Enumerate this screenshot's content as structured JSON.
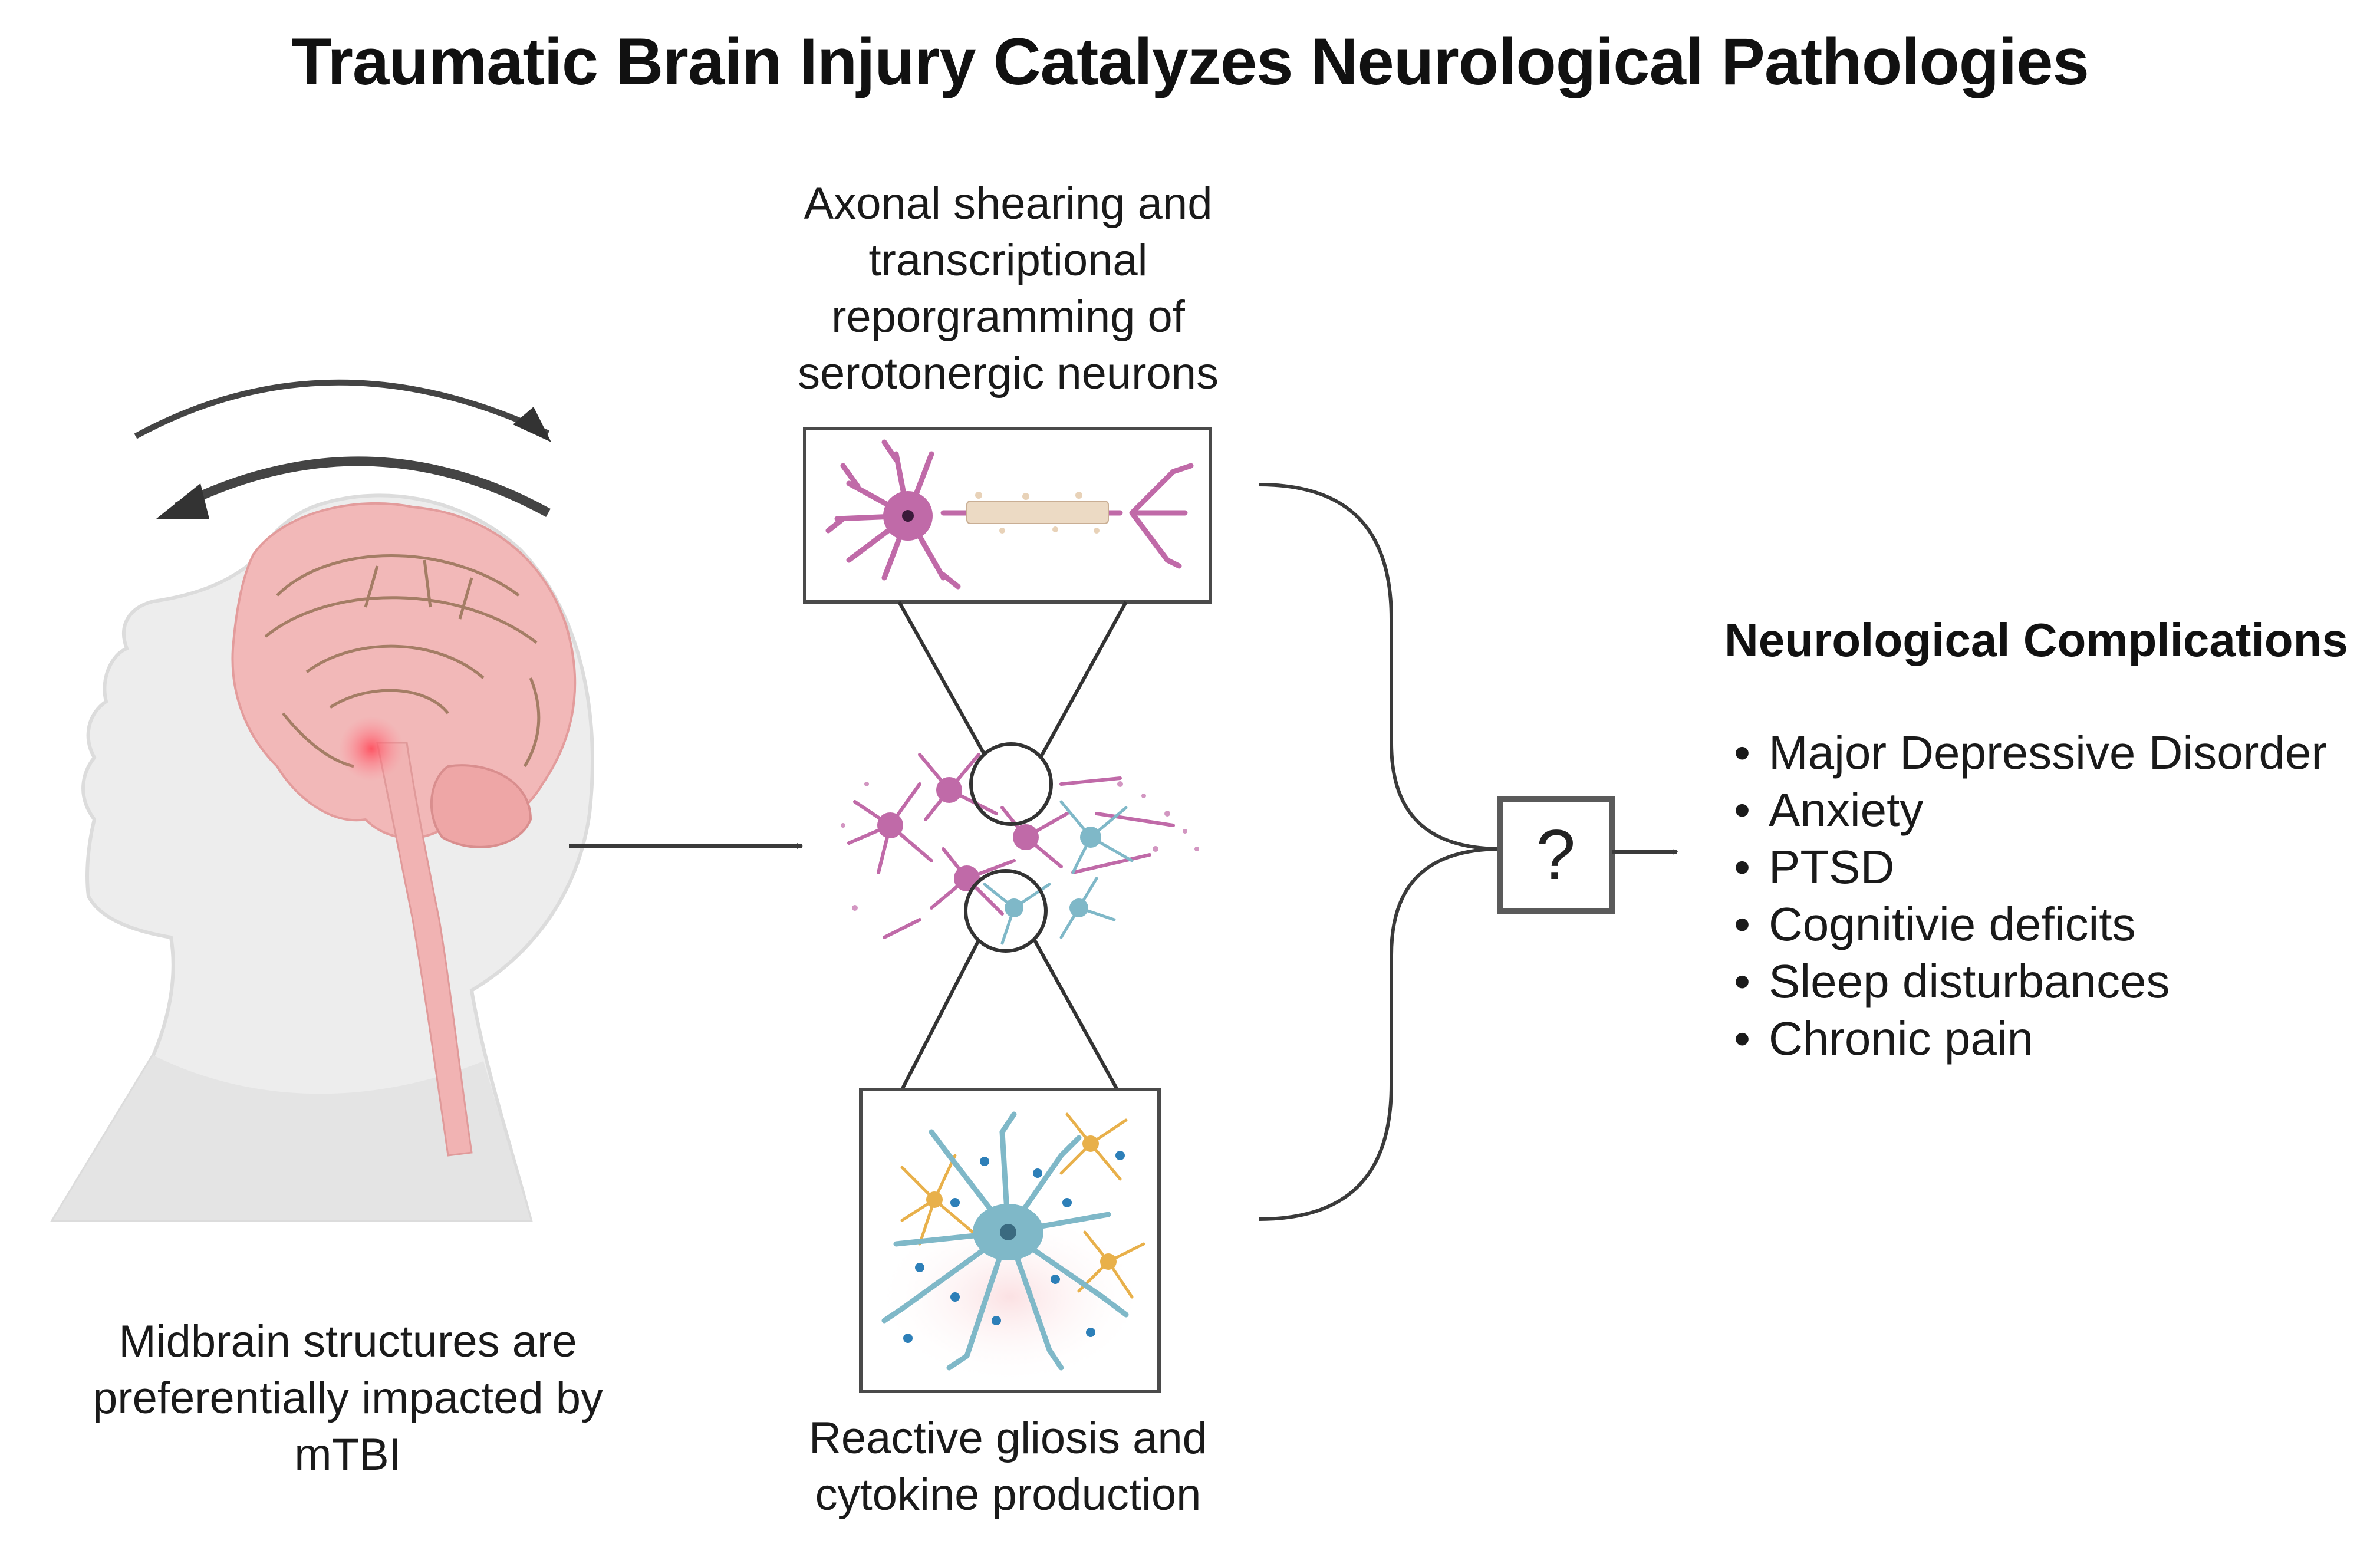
{
  "title": "Traumatic Brain Injury Catalyzes Neurological Pathologies",
  "captions": {
    "axonal": "Axonal shearing and\ntranscriptional\nreporgramming  of\nserotonergic neurons",
    "gliosis": "Reactive gliosis and\ncytokine production",
    "midbrain": "Midbrain structures are\npreferentially impacted by\nmTBI"
  },
  "unknown_link": "?",
  "complications": {
    "title": "Neurological Complications",
    "items": [
      "Major Depressive Disorder",
      "Anxiety",
      "PTSD",
      "Cognitivie deficits",
      "Sleep disturbances",
      "Chronic pain"
    ]
  },
  "colors": {
    "neuron": "#c06aa8",
    "astrocyte": "#7fb8c8",
    "microglia": "#e8b04a",
    "brain": "#f2b8b8",
    "injury": "#e84a5a",
    "line": "#3a3a3a"
  }
}
